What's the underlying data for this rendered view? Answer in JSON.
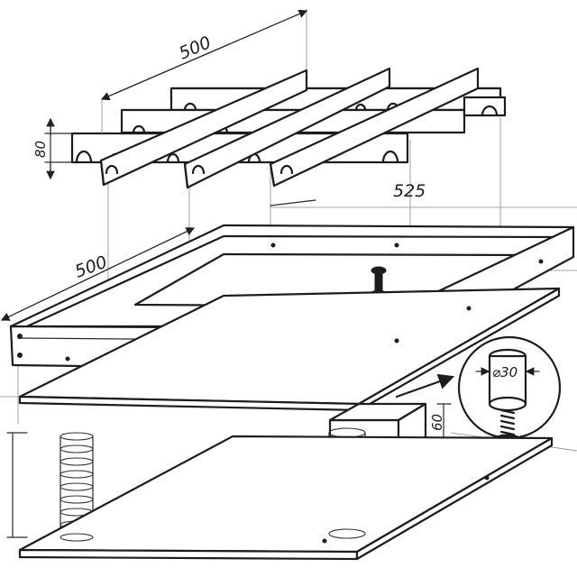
{
  "dimensions": {
    "grid_length": "500",
    "grid_height": "80",
    "frame_width": "525",
    "frame_length": "500",
    "vibrator_height": "60",
    "bolt_diameter": "⌀30"
  },
  "colors": {
    "ink": "#1d1d1d",
    "paper": "#ffffff",
    "guide": "#8a8a8a"
  }
}
